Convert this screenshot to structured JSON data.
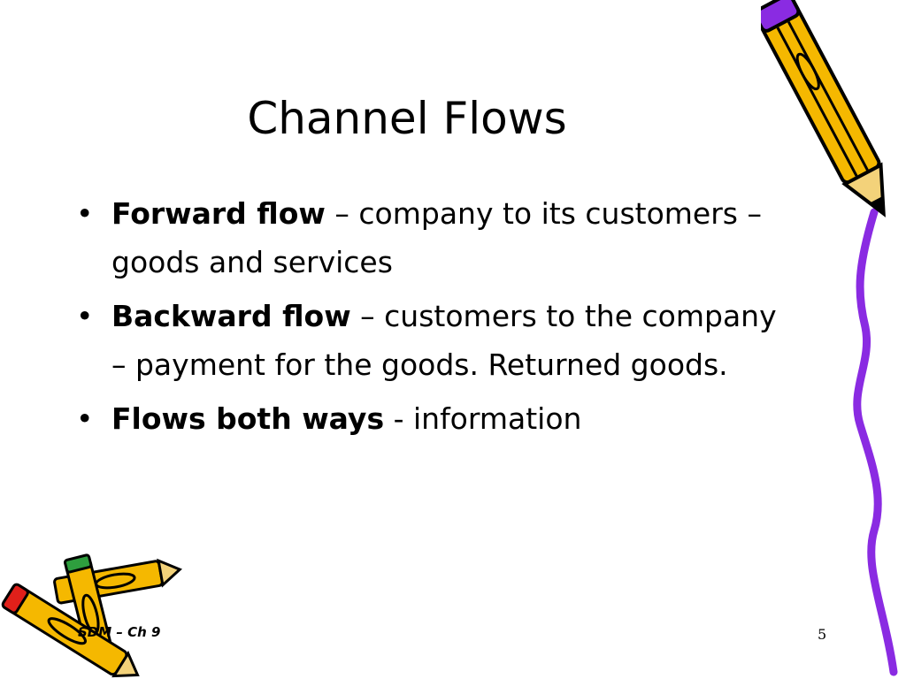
{
  "slide": {
    "title": "Channel Flows",
    "bullets": [
      {
        "bold": "Forward flow",
        "rest": " – company to its customers – goods and services"
      },
      {
        "bold": "Backward flow",
        "rest": " – customers to the company – payment for the goods. Returned goods."
      },
      {
        "bold": "Flows both ways",
        "rest": " - information"
      }
    ],
    "bullet_glyph": "•",
    "footer": "SDM – Ch 9",
    "page_number": "5"
  },
  "icons": {
    "pencil_right": "pencil-icon",
    "pencils_left": "pencils-icon"
  },
  "colors": {
    "pencil_yellow": "#F5B800",
    "pencil_purple": "#8A2BE2",
    "outline": "#000000",
    "red_tip": "#E0201A",
    "green_tip": "#2E9E3E"
  }
}
